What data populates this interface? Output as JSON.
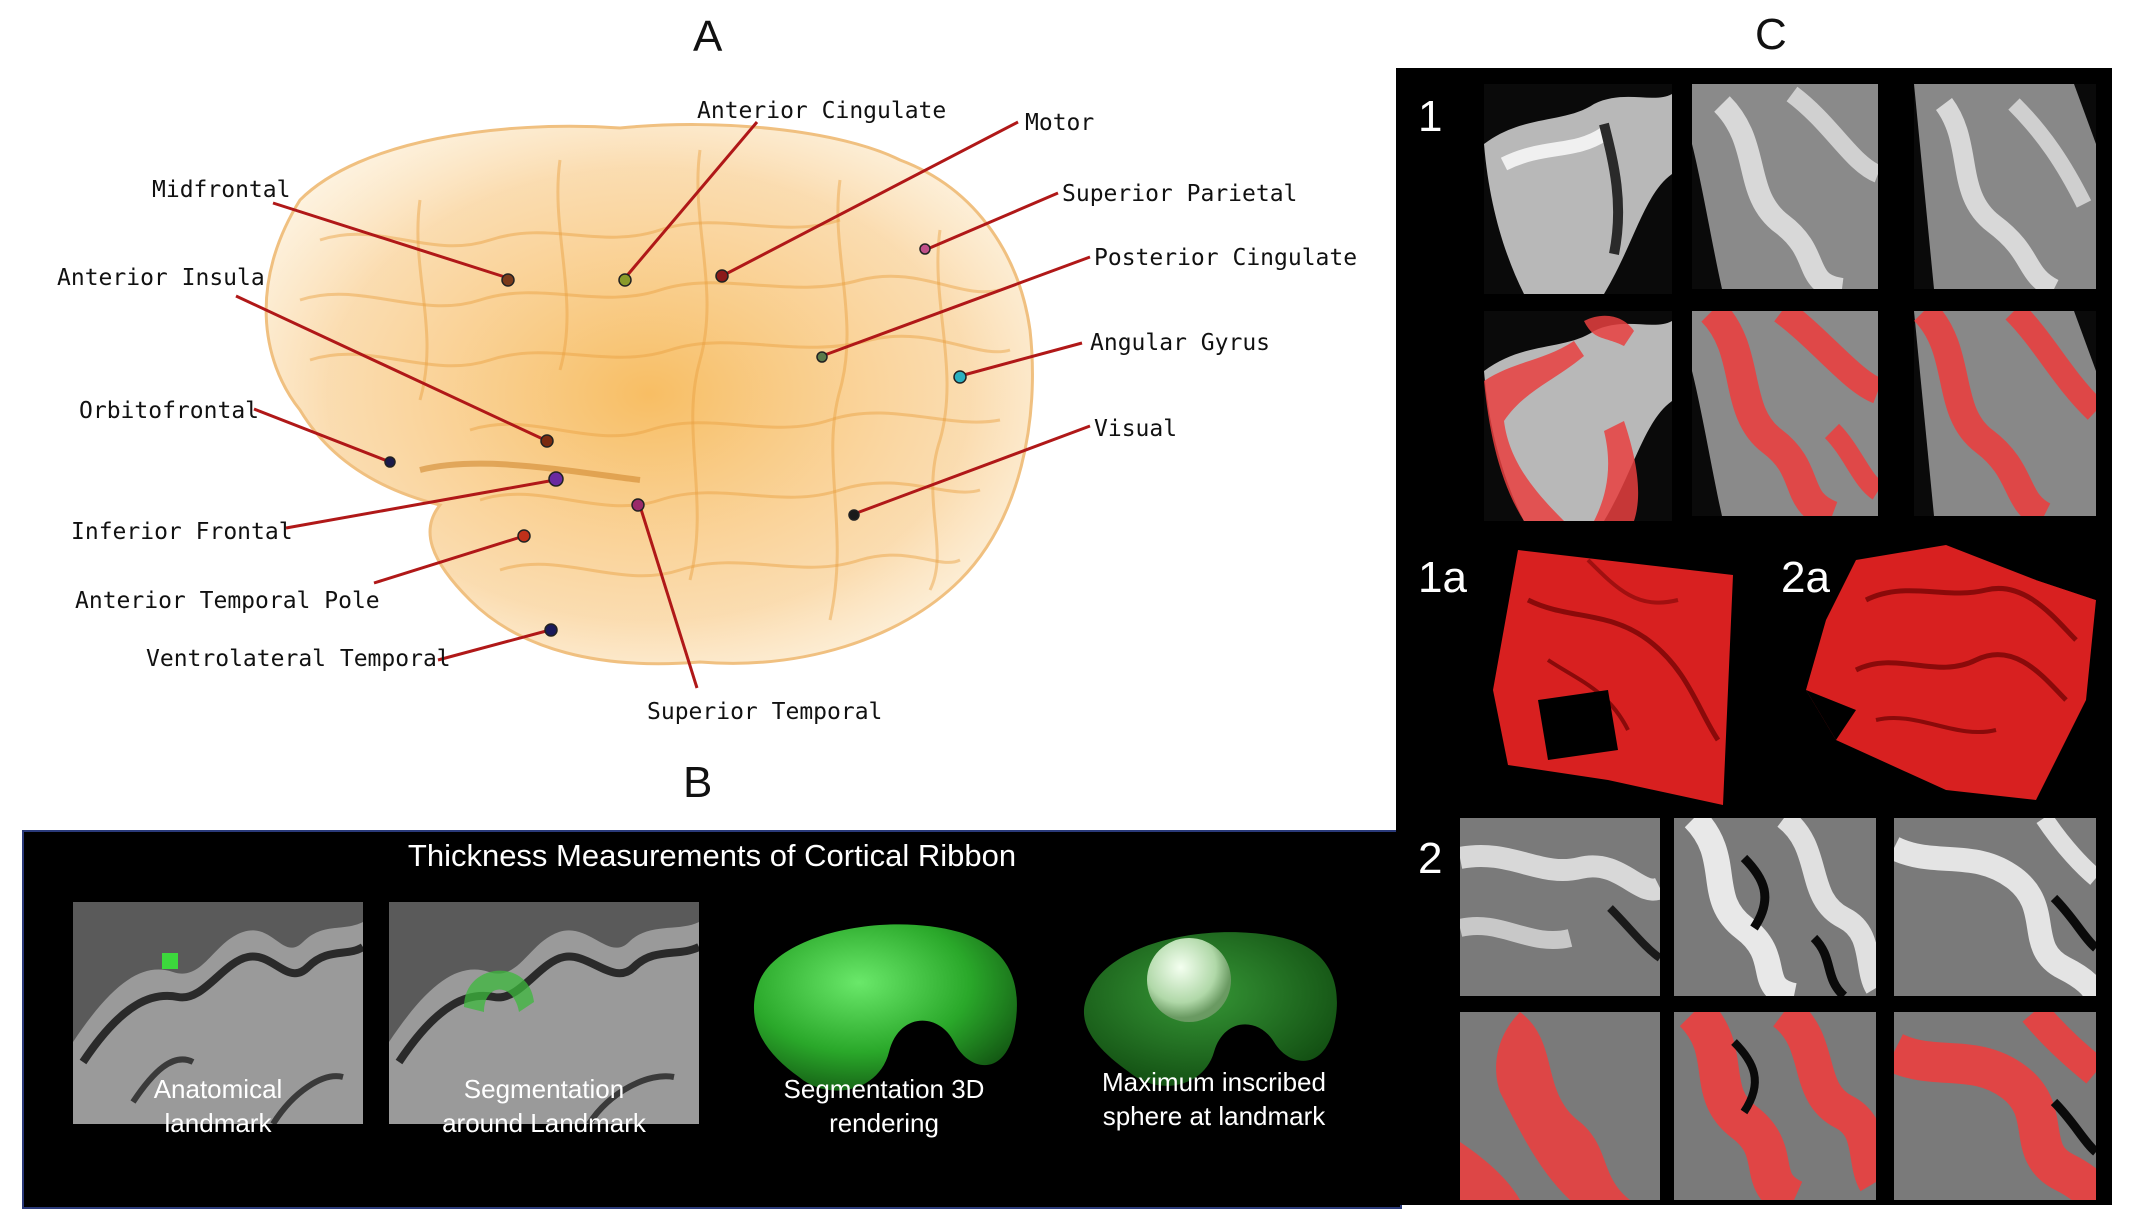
{
  "figure": {
    "panel_a_label": "A",
    "panel_b_label": "B",
    "panel_c_label": "C"
  },
  "panel_a": {
    "regions": [
      {
        "name": "Anterior Cingulate",
        "color": "#8a9a2a"
      },
      {
        "name": "Motor",
        "color": "#8b1a1a"
      },
      {
        "name": "Midfrontal",
        "color": "#7a3a1a"
      },
      {
        "name": "Superior Parietal",
        "color": "#c0508a"
      },
      {
        "name": "Posterior Cingulate",
        "color": "#5a7a4a"
      },
      {
        "name": "Anterior Insula",
        "color": "#7a2a10"
      },
      {
        "name": "Angular Gyrus",
        "color": "#2ab0c0"
      },
      {
        "name": "Orbitofrontal",
        "color": "#1a1a4a"
      },
      {
        "name": "Visual",
        "color": "#1a1a1a"
      },
      {
        "name": "Inferior Frontal",
        "color": "#6a2aa0"
      },
      {
        "name": "Anterior Temporal Pole",
        "color": "#c0301a"
      },
      {
        "name": "Ventrolateral Temporal",
        "color": "#1a1a5a"
      },
      {
        "name": "Superior Temporal",
        "color": "#9a2a6a"
      }
    ],
    "leader_color": "#b01818",
    "brain_color": "#f5b040"
  },
  "panel_b": {
    "title": "Thickness Measurements of Cortical Ribbon",
    "steps": [
      {
        "line1": "Anatomical",
        "line2": "landmark"
      },
      {
        "line1": "Segmentation",
        "line2": "around Landmark"
      },
      {
        "line1": "Segmentation 3D",
        "line2": "rendering"
      },
      {
        "line1": "Maximum inscribed",
        "line2": "sphere at landmark"
      }
    ],
    "segmentation_color": "#3cb83c"
  },
  "panel_c": {
    "row_labels": [
      "1",
      "1a",
      "2a",
      "2"
    ],
    "overlay_color": "#e84040"
  }
}
